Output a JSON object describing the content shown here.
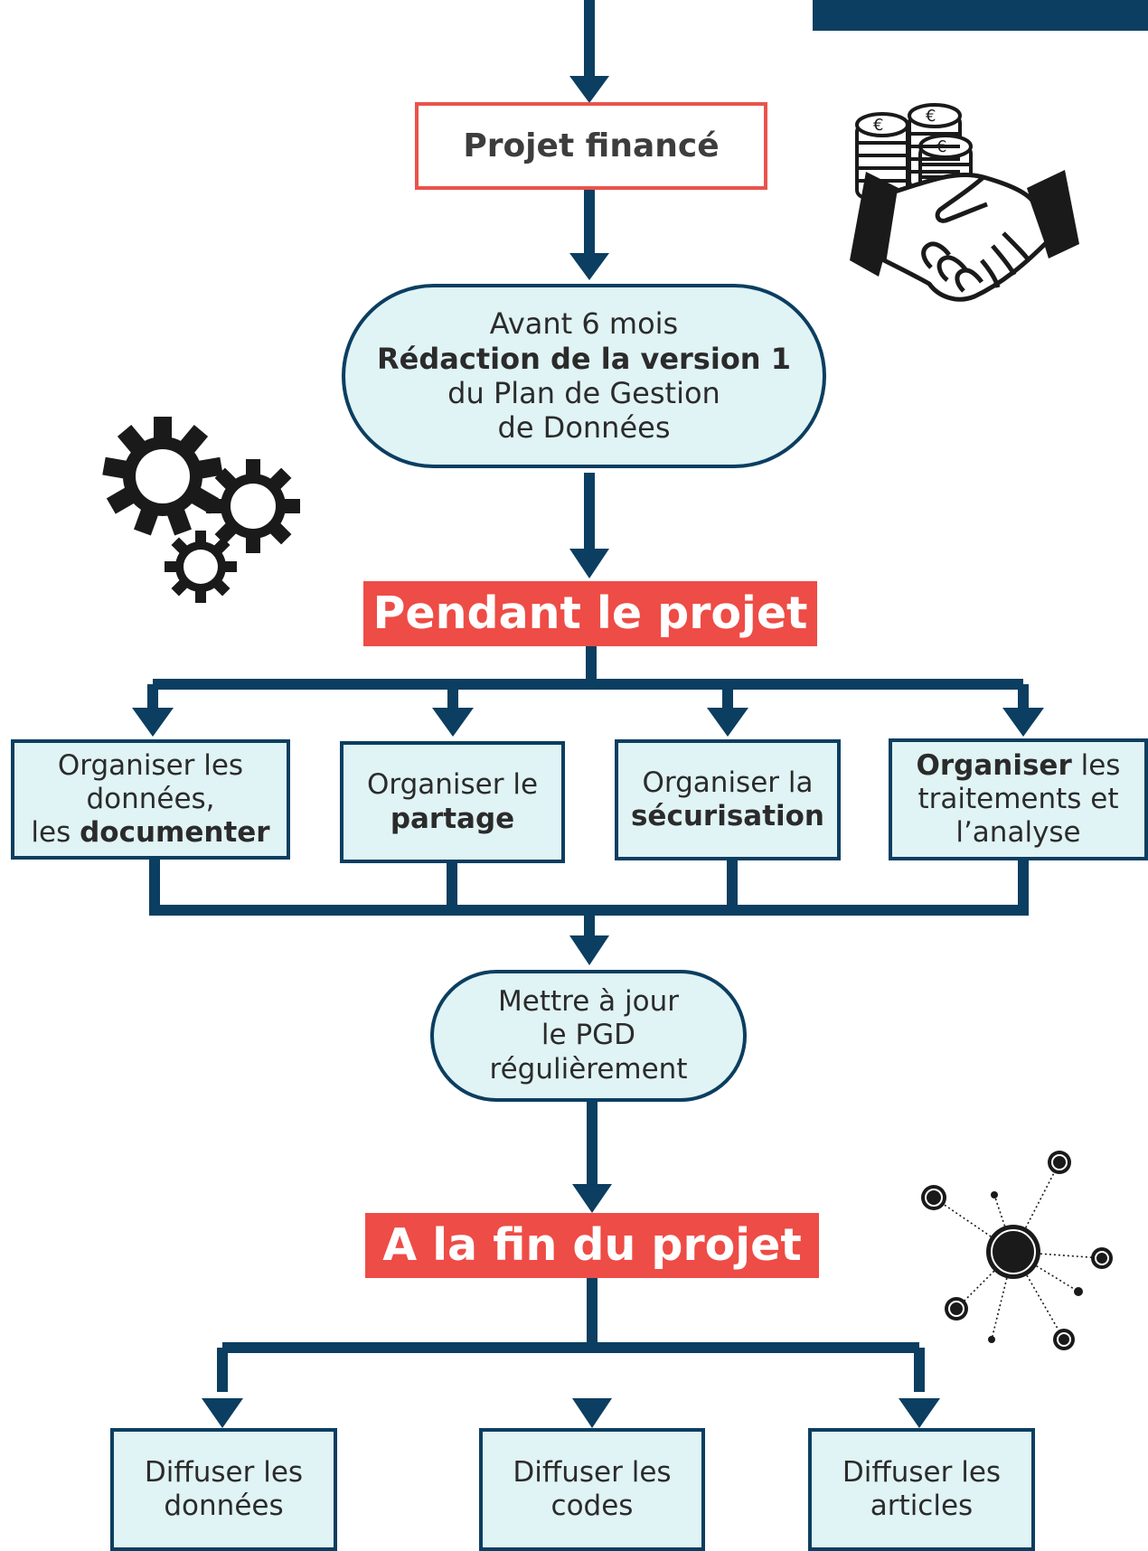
{
  "funded": "Projet financé",
  "step1": {
    "line1": "Avant 6 mois",
    "line2": "Rédaction de la version 1",
    "line3": "du Plan de Gestion",
    "line4": "de Données"
  },
  "during": "Pendant le projet",
  "tasks": [
    {
      "plain1": "Organiser les",
      "plain2": "données,",
      "pre3": "les ",
      "bold3": "documenter"
    },
    {
      "plain1": "Organiser le",
      "bold2": "partage"
    },
    {
      "plain1": "Organiser la",
      "bold2": "sécurisation"
    },
    {
      "bold1": "Organiser",
      "post1": " les",
      "plain2": "traitements et",
      "plain3": "l’analyse"
    }
  ],
  "update": {
    "line1": "Mettre à jour",
    "line2": "le PGD",
    "line3": "régulièrement"
  },
  "end": "A la fin du projet",
  "outputs": [
    {
      "line1": "Diffuser les",
      "line2": "données"
    },
    {
      "line1": "Diffuser les",
      "line2": "codes"
    },
    {
      "line1": "Diffuser les",
      "line2": "articles"
    }
  ],
  "icons": [
    "coins-handshake-icon",
    "gears-icon",
    "network-icon"
  ],
  "colors": {
    "navy": "#0b3e60",
    "red": "#ee4c46",
    "box_fill": "#e0f3f5",
    "funded_border": "#e8544b"
  }
}
